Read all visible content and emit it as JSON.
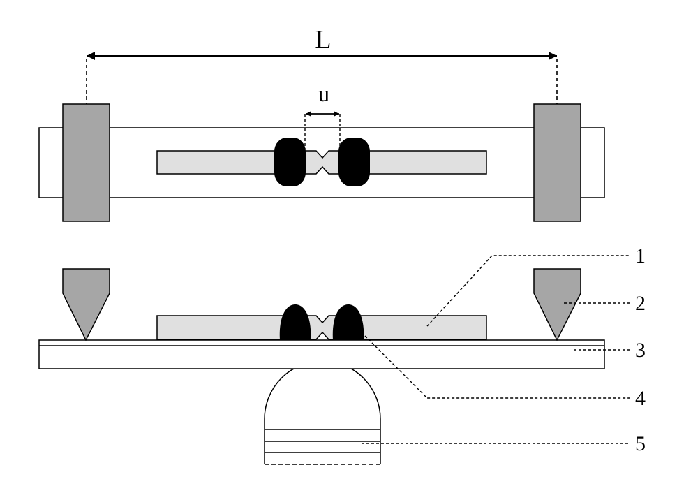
{
  "labels": {
    "span": "L",
    "gap": "u",
    "callouts": [
      "1",
      "2",
      "3",
      "4",
      "5"
    ]
  },
  "colors": {
    "clamp_gray": "#a6a6a6",
    "specimen_light": "#e0e0e0",
    "weld_black": "#000000",
    "outline": "#000000",
    "background": "#ffffff"
  }
}
